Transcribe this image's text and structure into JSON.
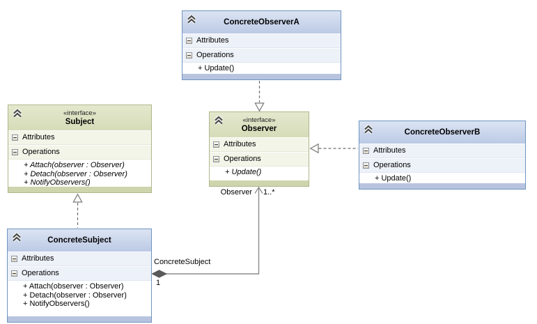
{
  "classes": {
    "concrete_observer_a": {
      "title": "ConcreteObserverA",
      "attributes_label": "Attributes",
      "operations_label": "Operations",
      "operations": [
        "+ Update()"
      ]
    },
    "subject": {
      "stereotype": "«interface»",
      "title": "Subject",
      "attributes_label": "Attributes",
      "operations_label": "Operations",
      "operations": [
        "+ Attach(observer : Observer)",
        "+ Detach(observer : Observer)",
        "+ NotifyObservers()"
      ]
    },
    "observer": {
      "stereotype": "«interface»",
      "title": "Observer",
      "attributes_label": "Attributes",
      "operations_label": "Operations",
      "operations": [
        "+ Update()"
      ]
    },
    "concrete_observer_b": {
      "title": "ConcreteObserverB",
      "attributes_label": "Attributes",
      "operations_label": "Operations",
      "operations": [
        "+ Update()"
      ]
    },
    "concrete_subject": {
      "title": "ConcreteSubject",
      "attributes_label": "Attributes",
      "operations_label": "Operations",
      "operations": [
        "+ Attach(observer : Observer)",
        "+ Detach(observer : Observer)",
        "+ NotifyObservers()"
      ]
    }
  },
  "association": {
    "source_role": "ConcreteSubject",
    "source_multiplicity": "1",
    "target_role": "Observer",
    "target_multiplicity": "1..*"
  },
  "colors": {
    "blue_header": "#c6d2e8",
    "blue_border": "#6e94bf",
    "blue_footer": "#b8c4df",
    "green_header": "#dce1c2",
    "green_border": "#b1b68a",
    "green_footer": "#ced5ad",
    "connector": "#7a7a7a",
    "diamond_fill": "#5a5a5a"
  }
}
